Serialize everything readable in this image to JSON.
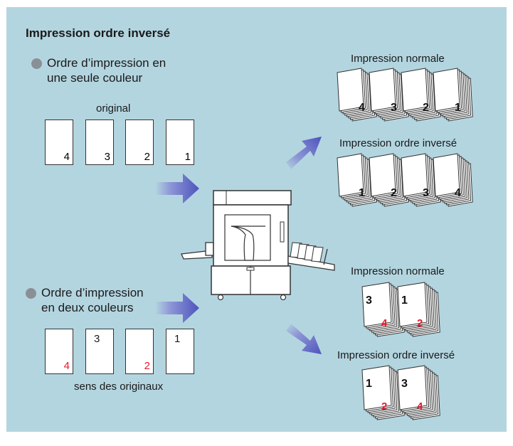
{
  "title": "Impression ordre inversé",
  "section_one": {
    "line1": "Ordre d’impression en",
    "line2": "une seule couleur",
    "originals_label": "original",
    "pages": [
      "4",
      "3",
      "2",
      "1"
    ]
  },
  "section_two": {
    "line1": "Ordre d’impression",
    "line2": "en deux couleurs",
    "originals_label": "sens des originaux",
    "pages": [
      {
        "num": "4",
        "color": "red"
      },
      {
        "num": "3",
        "color": "black"
      },
      {
        "num": "2",
        "color": "red"
      },
      {
        "num": "1",
        "color": "black"
      }
    ]
  },
  "outputs": {
    "normal_label_1": "Impression normale",
    "reverse_label_1": "Impression ordre inversé",
    "normal_label_2": "Impression normale",
    "reverse_label_2": "Impression ordre inversé",
    "normal_stacks_1": [
      "4",
      "3",
      "2",
      "1"
    ],
    "reverse_stacks_1": [
      "1",
      "2",
      "3",
      "4"
    ],
    "normal_stacks_2": [
      {
        "black": "3",
        "red": "4"
      },
      {
        "black": "1",
        "red": "2"
      }
    ],
    "reverse_stacks_2": [
      {
        "black": "1",
        "red": "2"
      },
      {
        "black": "3",
        "red": "4"
      }
    ]
  },
  "colors": {
    "background": "#b3d5e0",
    "bullet": "#8a8f96",
    "arrow": "#5a5fc0",
    "red_number": "#e41b2c"
  }
}
